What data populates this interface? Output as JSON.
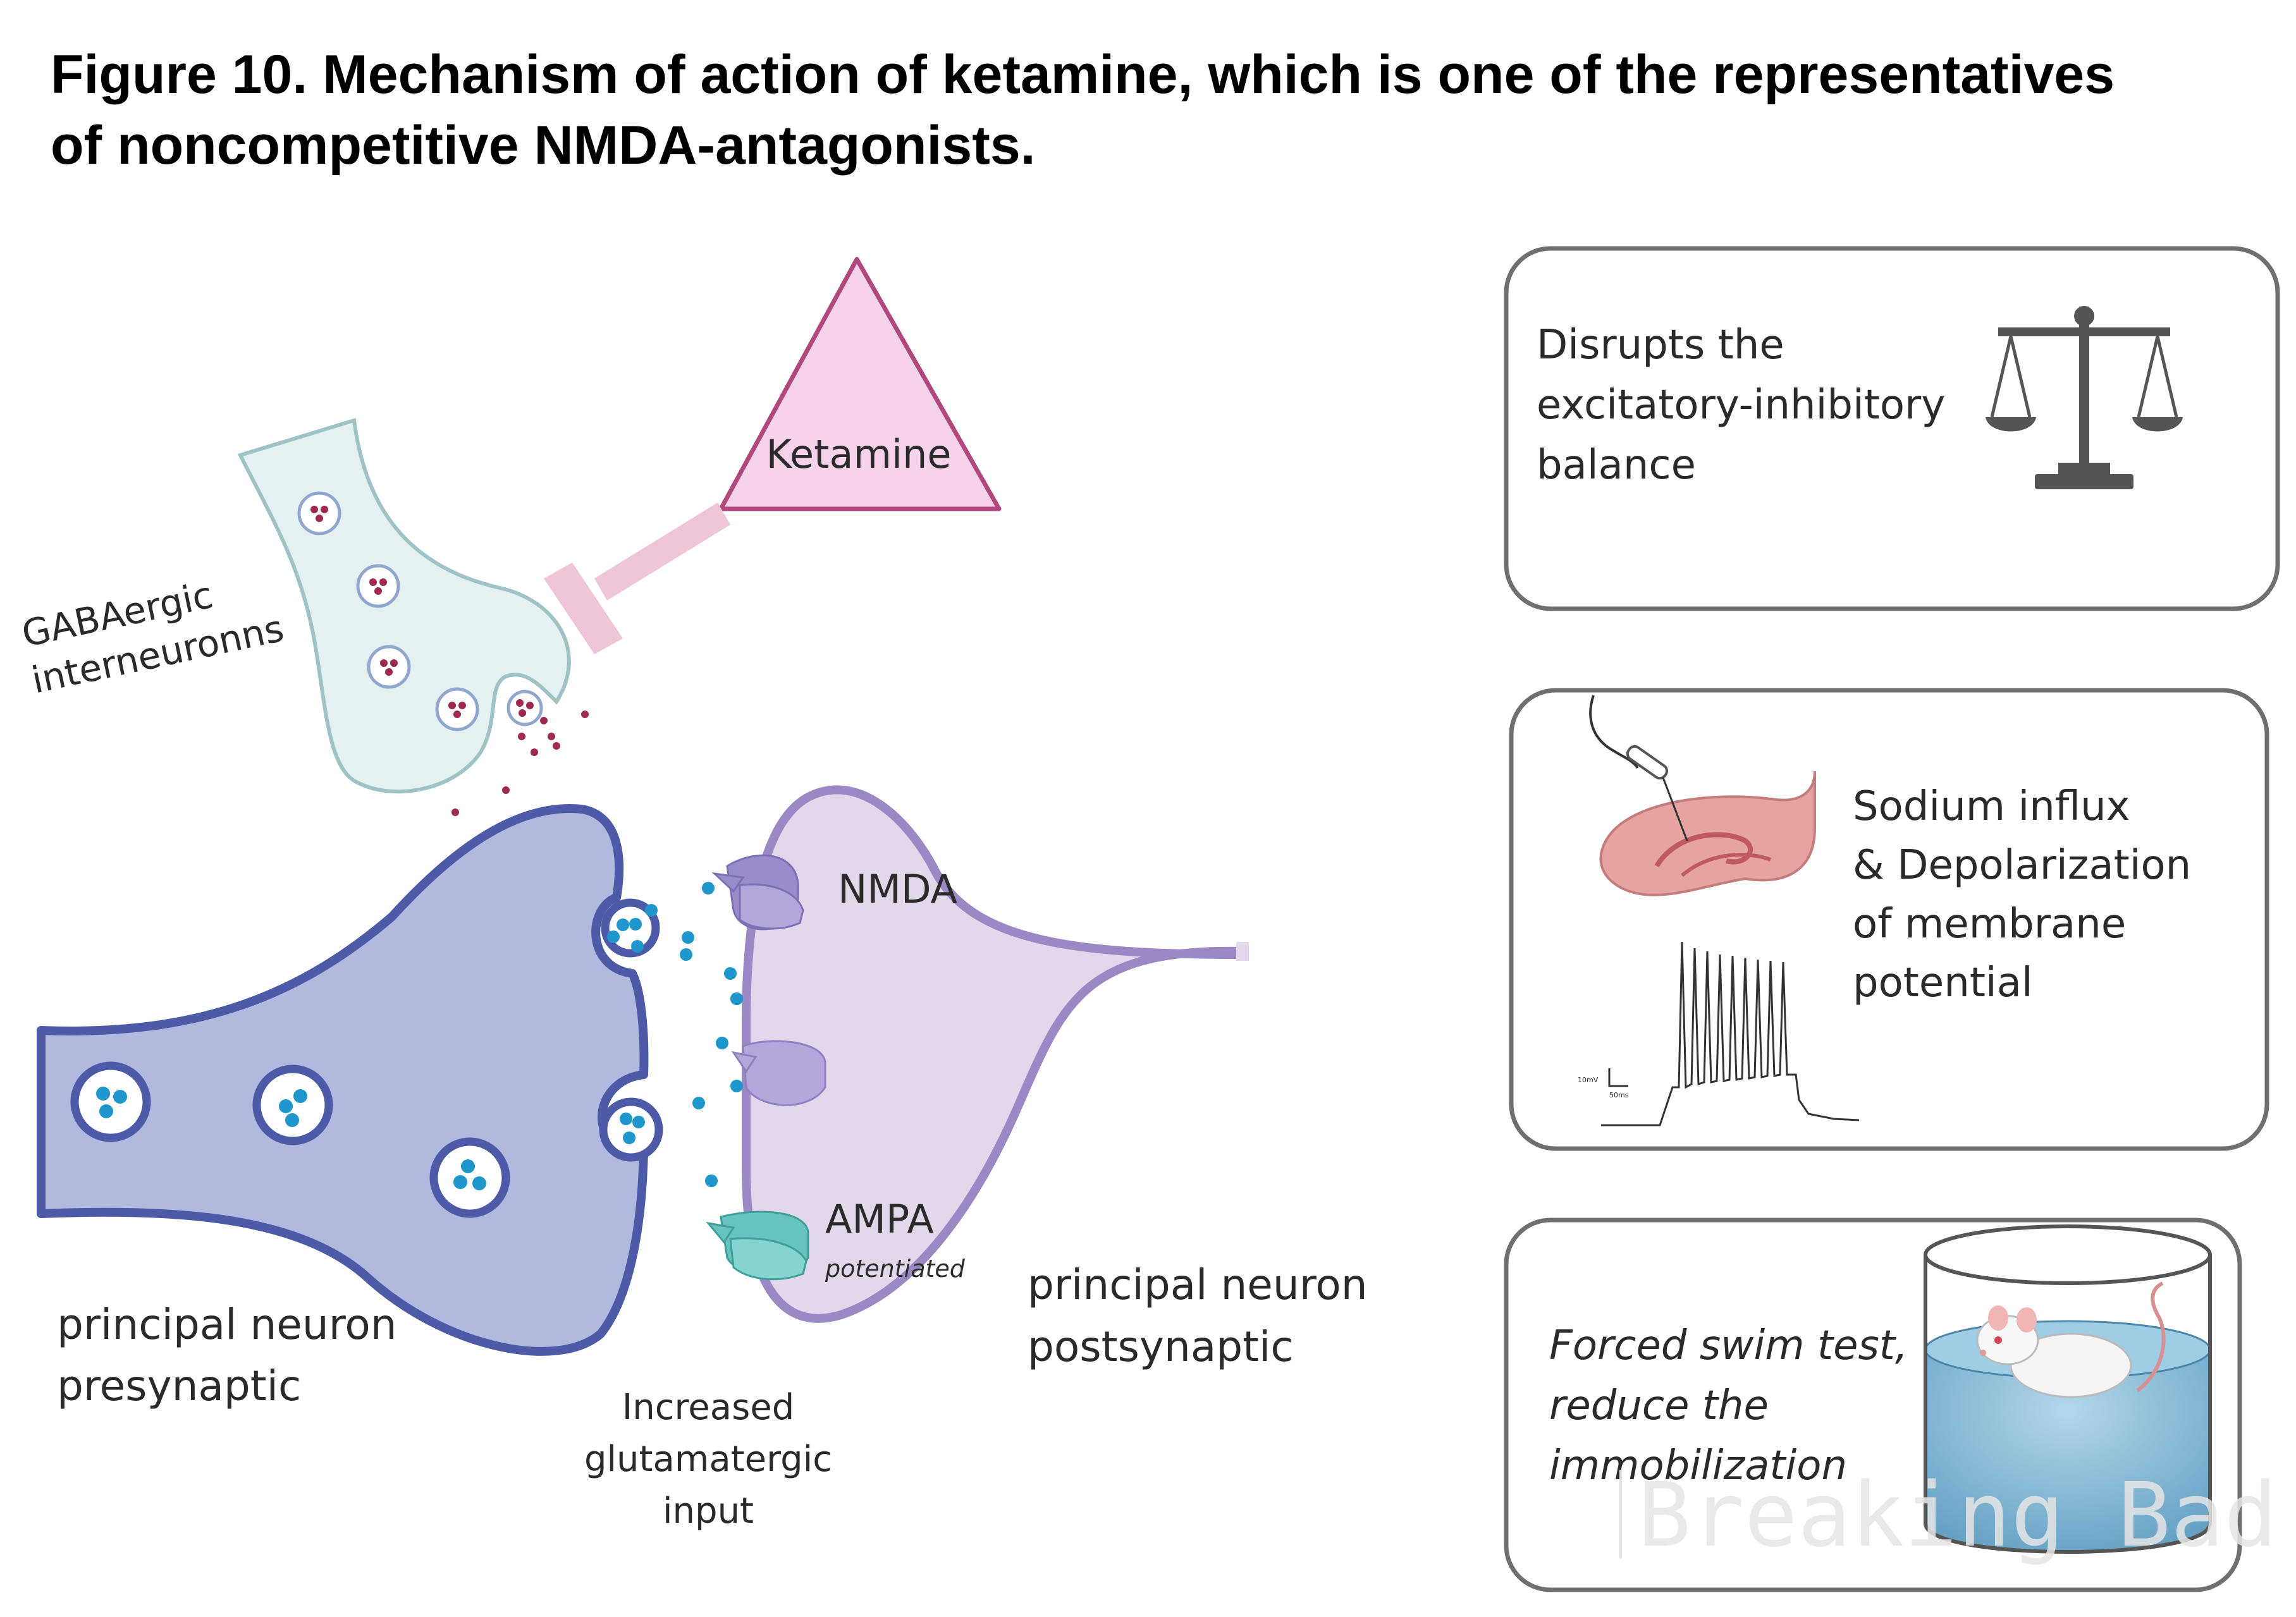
{
  "title": {
    "line1": "Figure 10. Mechanism of action of ketamine, which is one of the representatives",
    "line2": "of noncompetitive NMDA-antagonists."
  },
  "labels": {
    "ketamine": "Ketamine",
    "gaba_line1": "GABAergic",
    "gaba_line2": "interneuronns",
    "nmda": "NMDA",
    "ampa": "AMPA",
    "ampa_sub": "potentiated",
    "pre_line1": "principal neuron",
    "pre_line2": "presynaptic",
    "post_line1": "principal neuron",
    "post_line2": "postsynaptic",
    "glut_line1": "Increased",
    "glut_line2": "glutamatergic",
    "glut_line3": "input"
  },
  "boxes": {
    "balance": {
      "line1": "Disrupts the",
      "line2": "excitatory-inhibitory",
      "line3": "balance"
    },
    "sodium": {
      "line1": "Sodium influx",
      "line2": "& Depolarization",
      "line3": "of membrane",
      "line4": "potential",
      "scale_v": "10mV",
      "scale_t": "50ms"
    },
    "swim": {
      "line1": "Forced swim test,",
      "line2": "reduce the",
      "line3": "immobilization"
    }
  },
  "watermark": "Breaking Bad",
  "colors": {
    "presynaptic_fill": "#b1b9df",
    "presynaptic_stroke": "#4c5aa8",
    "postsynaptic_fill": "#e3d7ec",
    "postsynaptic_stroke": "#9b88c4",
    "gaba_fill": "#e5f0f1",
    "gaba_stroke": "#9ec2c6",
    "ketamine_fill": "#f6d3ea",
    "ketamine_stroke": "#b0487f",
    "inhibit_bar": "#efc5d8",
    "glutamate": "#1f96cc",
    "gaba_dot": "#a0294f",
    "nmda_receptor": "#9a8ccb",
    "ampa_receptor": "#66c3bd"
  }
}
